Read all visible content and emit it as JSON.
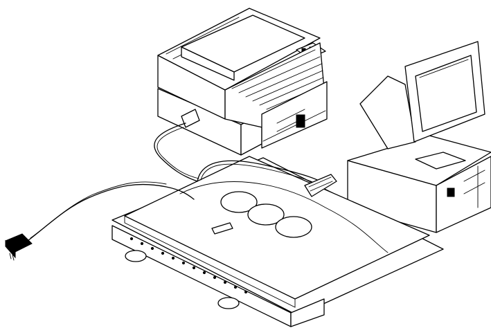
{
  "figure": {
    "background": "#ffffff",
    "line_color": "#000000",
    "components": [
      {
        "id": "printer",
        "icon": "printer-icon"
      },
      {
        "id": "computer",
        "icon": "desktop-computer-icon"
      },
      {
        "id": "scanner",
        "icon": "flatbed-scanner-icon"
      },
      {
        "id": "power-adapter",
        "icon": "power-adapter-icon"
      },
      {
        "id": "parallel-cable",
        "icon": "parallel-cable-icon"
      }
    ]
  }
}
